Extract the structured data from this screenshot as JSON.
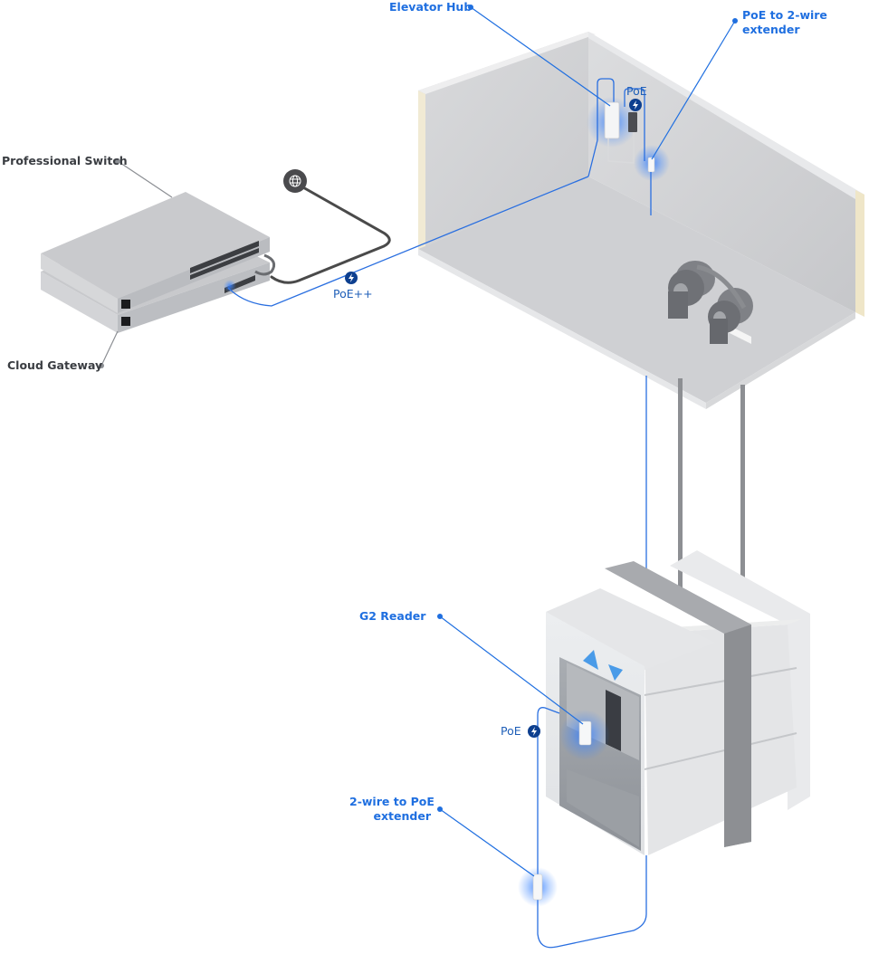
{
  "diagram": {
    "title": "Elevator access control topology",
    "colors": {
      "accent": "#1f6fe0",
      "cable_blue": "#2a6fe0",
      "badge_dark": "#0d3f8f",
      "gray_label": "#3a3d42",
      "wan_cable": "#4a4a4a"
    },
    "labels": {
      "elevator_hub": "Elevator Hub",
      "poe_to_2wire_line1": "PoE to 2-wire",
      "poe_to_2wire_line2": "extender",
      "professional_switch": "Professional Switch",
      "cloud_gateway": "Cloud Gateway",
      "g2_reader": "G2 Reader",
      "twowire_to_poe_line1": "2-wire to PoE",
      "twowire_to_poe_line2": "extender"
    },
    "power_tags": {
      "switch_link": "PoE++",
      "hub_link": "PoE",
      "reader_link": "PoE"
    },
    "icons": {
      "internet": "globe-icon",
      "power": "lightning-bolt-icon"
    },
    "nodes": [
      {
        "id": "internet",
        "label": "Internet"
      },
      {
        "id": "cloud-gateway",
        "label": "Cloud Gateway"
      },
      {
        "id": "professional-switch",
        "label": "Professional Switch"
      },
      {
        "id": "elevator-hub",
        "label": "Elevator Hub"
      },
      {
        "id": "poe-to-2wire",
        "label": "PoE to 2-wire extender"
      },
      {
        "id": "2wire-to-poe",
        "label": "2-wire to PoE extender"
      },
      {
        "id": "g2-reader",
        "label": "G2 Reader"
      }
    ],
    "edges": [
      {
        "from": "internet",
        "to": "cloud-gateway",
        "kind": "WAN"
      },
      {
        "from": "cloud-gateway",
        "to": "professional-switch",
        "kind": "Ethernet"
      },
      {
        "from": "professional-switch",
        "to": "elevator-hub",
        "kind": "PoE++"
      },
      {
        "from": "elevator-hub",
        "to": "poe-to-2wire",
        "kind": "PoE"
      },
      {
        "from": "poe-to-2wire",
        "to": "2wire-to-poe",
        "kind": "2-wire"
      },
      {
        "from": "2wire-to-poe",
        "to": "g2-reader",
        "kind": "PoE"
      }
    ]
  }
}
